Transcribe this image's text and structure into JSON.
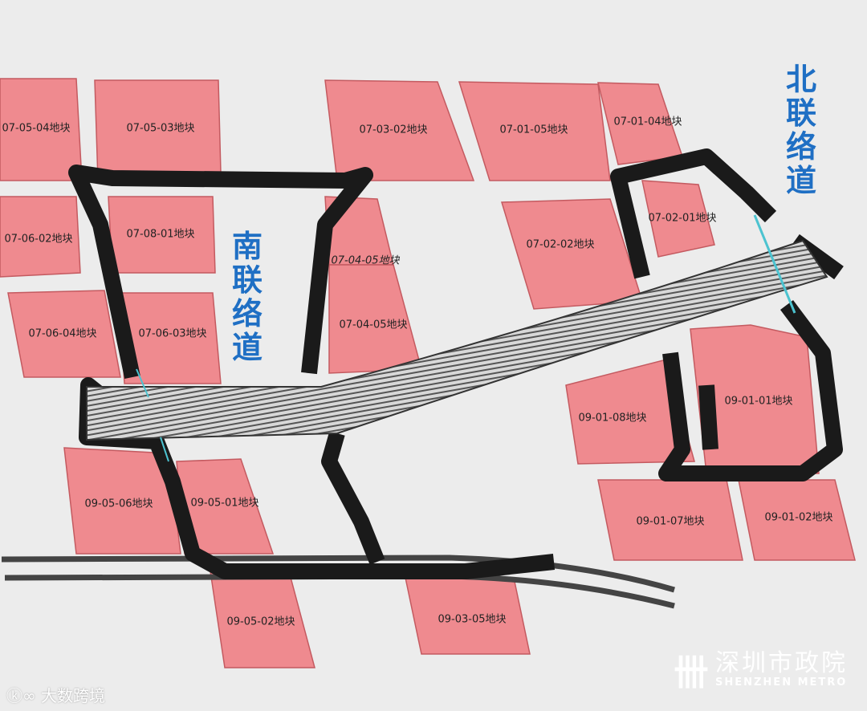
{
  "blocks": [
    {
      "id": "07-05-04地块"
    },
    {
      "id": "07-05-03地块"
    },
    {
      "id": "07-03-02地块"
    },
    {
      "id": "07-01-05地块"
    },
    {
      "id": "07-01-04地块"
    },
    {
      "id": "07-06-02地块"
    },
    {
      "id": "07-08-01地块"
    },
    {
      "id": "07-04-05地块"
    },
    {
      "id": "07-04-05地块"
    },
    {
      "id": "07-02-02地块"
    },
    {
      "id": "07-02-01地块"
    },
    {
      "id": "07-06-04地块"
    },
    {
      "id": "07-06-03地块"
    },
    {
      "id": "09-01-08地块"
    },
    {
      "id": "09-01-01地块"
    },
    {
      "id": "09-01-07地块"
    },
    {
      "id": "09-01-02地块"
    },
    {
      "id": "09-05-06地块"
    },
    {
      "id": "09-05-01地块"
    },
    {
      "id": "09-05-02地块"
    },
    {
      "id": "09-03-05地块"
    }
  ],
  "labels": {
    "south_link": "南联络道",
    "north_link": "北联络道"
  },
  "colors": {
    "block": "#ef8a8f",
    "link_label": "#1f6fc4",
    "structure": "#1a1a1a"
  },
  "logo": {
    "cn": "深圳市政院",
    "en": "SHENZHEN METRO"
  },
  "watermark": "大数跨境"
}
